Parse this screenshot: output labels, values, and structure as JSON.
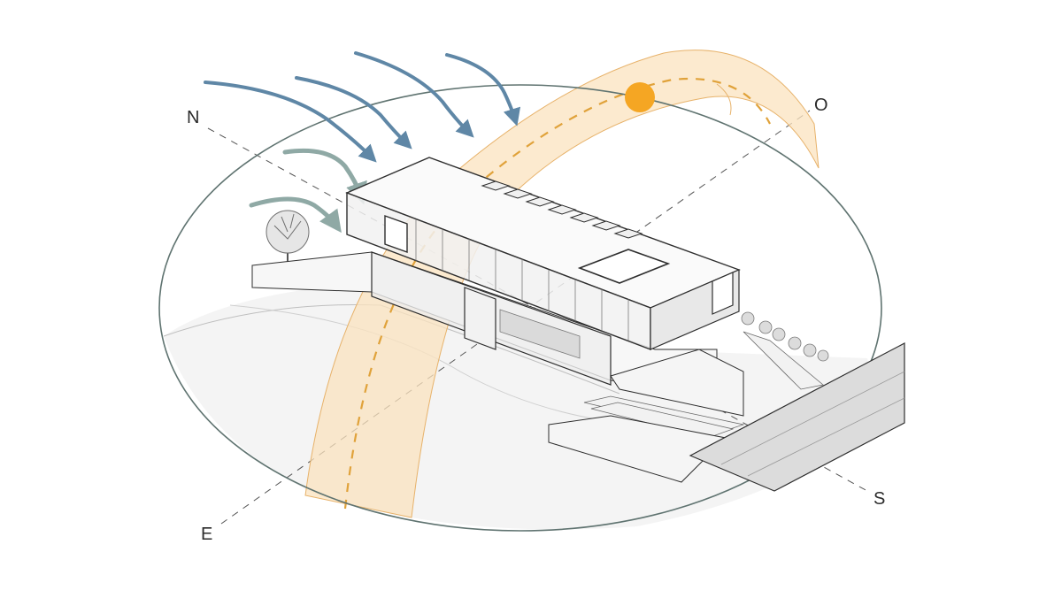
{
  "compass": {
    "north": "N",
    "east": "E",
    "south": "S",
    "west": "O"
  },
  "colors": {
    "sun": "#f5a623",
    "sun_path_band": "#fbe3bf",
    "sun_path_line": "#e0a23a",
    "wind_dark": "#5f87a6",
    "wind_light": "#8fa9a5",
    "horizon_ring": "#5f7370",
    "building_line": "#2e2e2e",
    "vegetation": "#6f6f6f"
  },
  "icons": {
    "sun": "sun-icon",
    "wind": "wind-arrow-icon",
    "tree": "tree-icon"
  }
}
